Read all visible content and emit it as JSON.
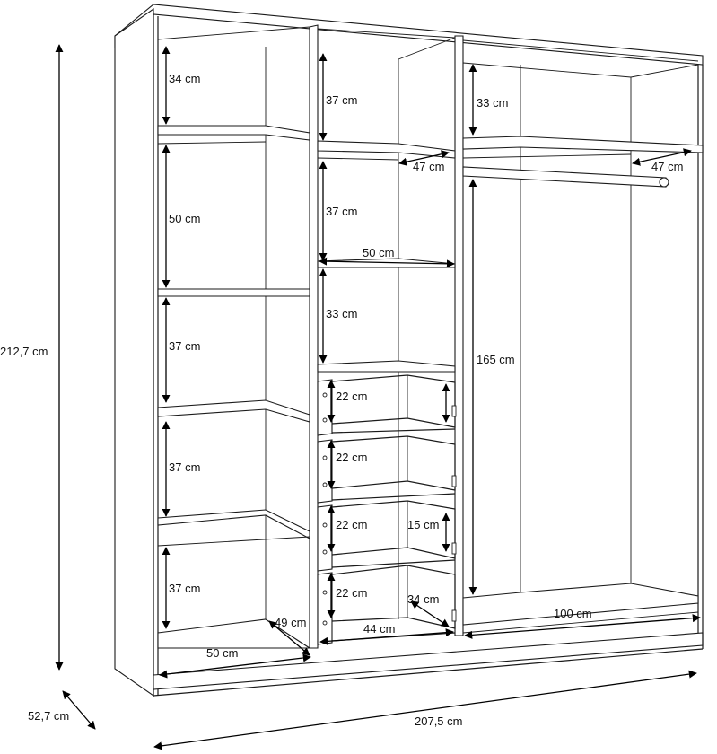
{
  "dimensions": {
    "total_height": "212,7 cm",
    "total_depth": "52,7 cm",
    "total_width": "207,5 cm",
    "left": {
      "shelf_1": "34 cm",
      "shelf_2": "50 cm",
      "shelf_3": "37 cm",
      "shelf_4": "37 cm",
      "shelf_5": "37 cm",
      "width": "50 cm",
      "depth": "49 cm"
    },
    "middle": {
      "shelf_1": "37 cm",
      "shelf_depth": "47 cm",
      "shelf_2": "37 cm",
      "shelf_width": "50 cm",
      "shelf_3": "33 cm",
      "drawer_1": "22 cm",
      "drawer_2": "22 cm",
      "drawer_3": "22 cm",
      "drawer_4": "22 cm",
      "drawer_inner_height": "15 cm",
      "drawer_depth": "34 cm",
      "drawer_width": "44 cm"
    },
    "right": {
      "top_shelf": "33 cm",
      "shelf_depth": "47 cm",
      "hanging_height": "165 cm",
      "width": "100 cm"
    }
  }
}
